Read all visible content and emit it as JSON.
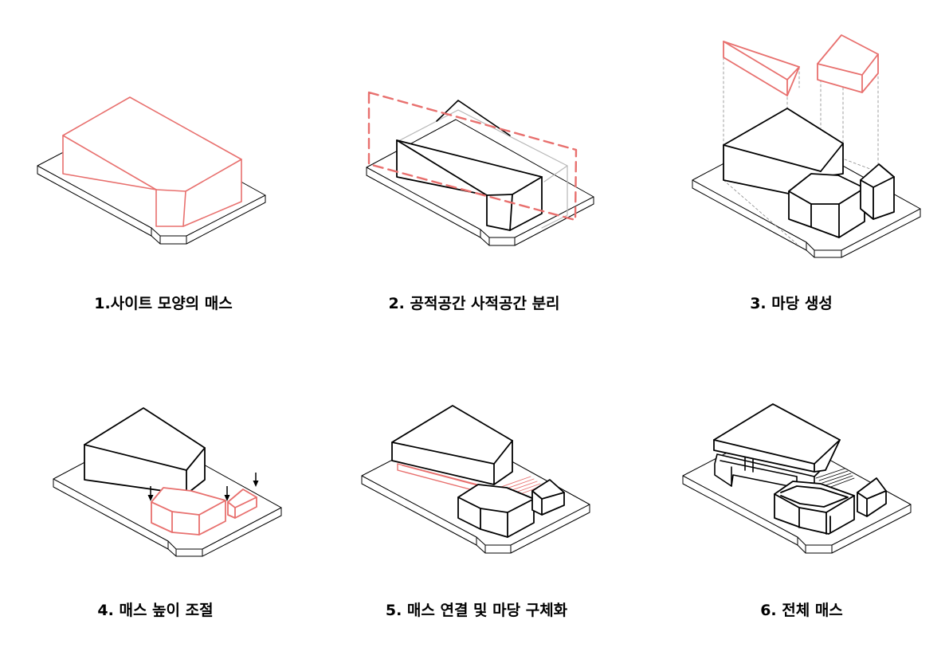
{
  "colors": {
    "black": "#000000",
    "accent": "#e8706e",
    "gray": "#b8b8b8",
    "guide": "#888888",
    "background": "#ffffff"
  },
  "steps": [
    {
      "caption": "1.사이트 모양의 매스"
    },
    {
      "caption": "2. 공적공간 사적공간 분리"
    },
    {
      "caption": "3. 마당 생성"
    },
    {
      "caption": "4. 매스 높이 조절"
    },
    {
      "caption": "5. 매스 연결 및 마당 구체화"
    },
    {
      "caption": "6. 전체 매스"
    }
  ]
}
